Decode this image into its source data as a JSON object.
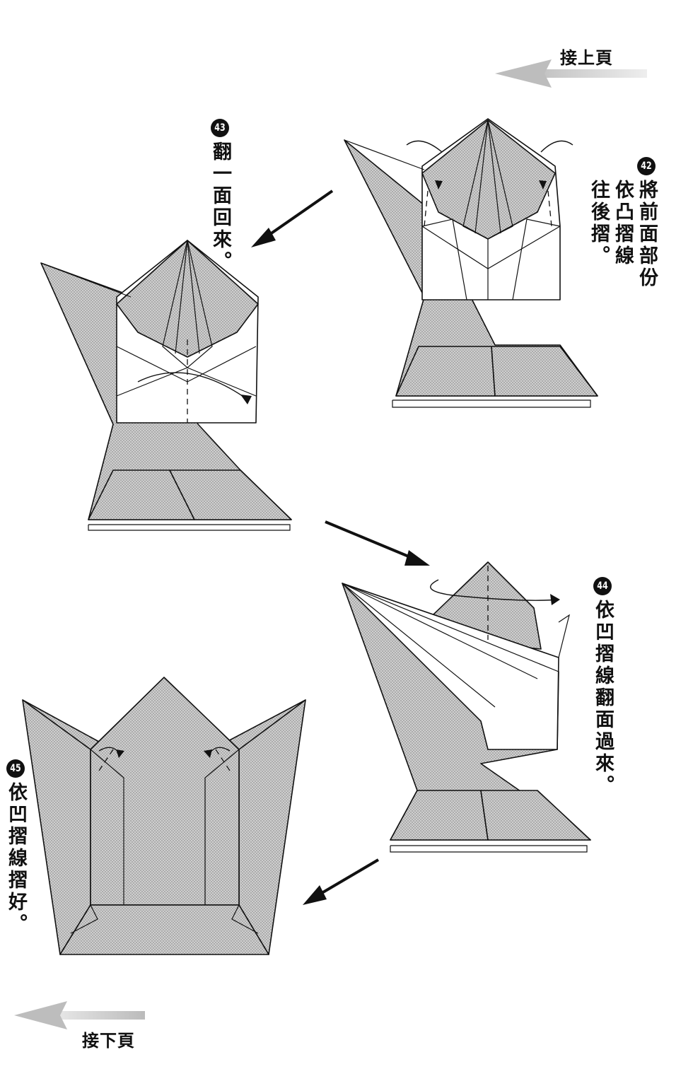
{
  "navigation": {
    "previous_label": "接上頁",
    "next_label": "接下頁"
  },
  "steps": [
    {
      "number": "42",
      "lines": [
        "將前面部份",
        "依凸摺線",
        "往後摺。"
      ]
    },
    {
      "number": "43",
      "lines": [
        "翻一面回來。"
      ]
    },
    {
      "number": "44",
      "lines": [
        "依凹摺線翻面過來。"
      ]
    },
    {
      "number": "45",
      "lines": [
        "依凹摺線摺好。"
      ]
    }
  ],
  "colors": {
    "ink": "#111111",
    "paper": "#ffffff",
    "shade": "#c8c8c8"
  }
}
